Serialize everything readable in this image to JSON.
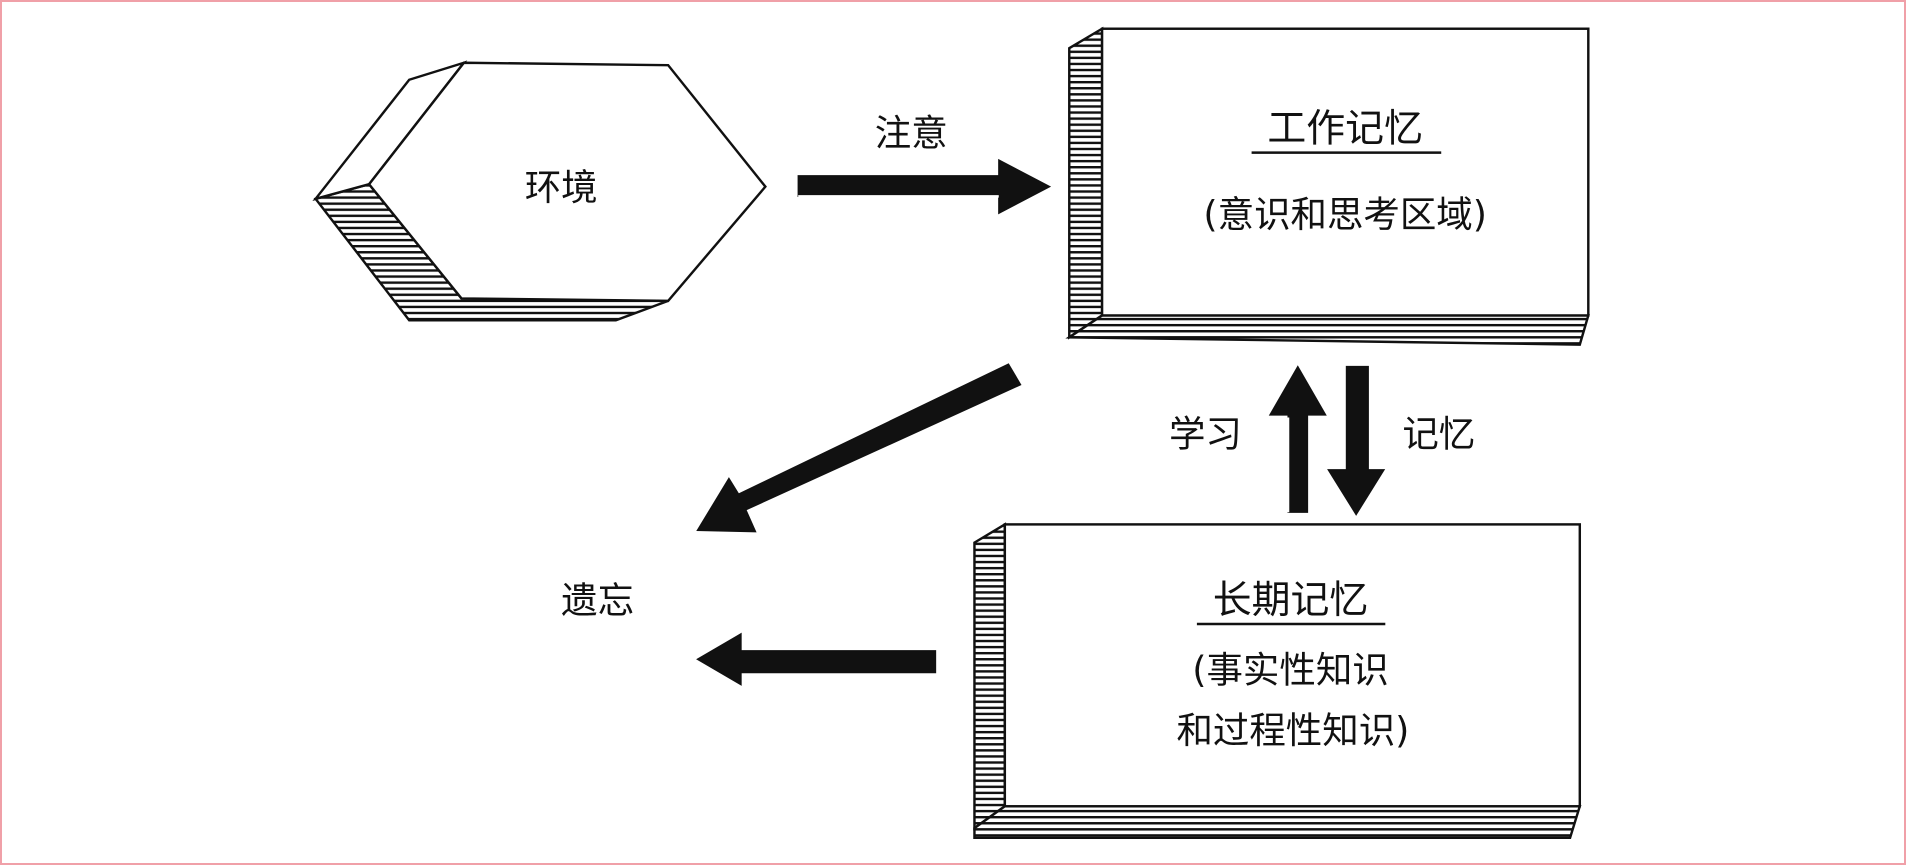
{
  "nodes": {
    "environment": {
      "label": "环境"
    },
    "working_memory": {
      "title": "工作记忆",
      "subtitle": "(意识和思考区域)"
    },
    "long_term_memory": {
      "title": "长期记忆",
      "subtitle_line1": "(事实性知识",
      "subtitle_line2": "和过程性知识)"
    },
    "forgetting": {
      "label": "遗忘"
    }
  },
  "edges": {
    "attention": {
      "label": "注意"
    },
    "learning": {
      "label": "学习"
    },
    "recall": {
      "label": "记忆"
    }
  },
  "colors": {
    "border": "#f0a0a8",
    "ink": "#111111"
  }
}
